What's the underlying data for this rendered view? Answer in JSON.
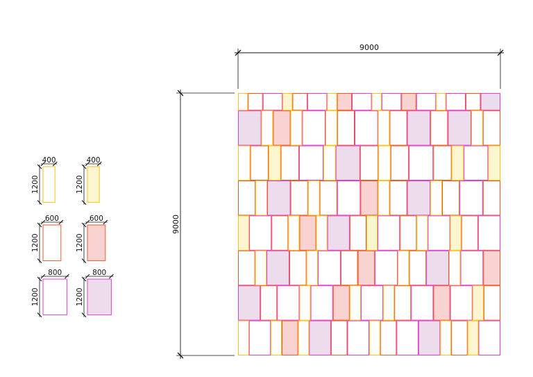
{
  "colors": {
    "yellow": "#f5c518",
    "orange": "#ee5a24",
    "magenta": "#e040c8",
    "fill_yellow": "#fbf6cf",
    "fill_orange": "#f9d2d2",
    "fill_magenta": "#ecdcec",
    "dim_line": "#111111"
  },
  "wall_dimensions": {
    "width_label": "9000",
    "height_label": "9000",
    "width_mm": 9000,
    "height_mm": 9000
  },
  "legend": {
    "panels": [
      {
        "width_label": "400",
        "height_label": "1200",
        "width_mm": 400,
        "height_mm": 1200,
        "color": "yellow",
        "filled": false
      },
      {
        "width_label": "400",
        "height_label": "1200",
        "width_mm": 400,
        "height_mm": 1200,
        "color": "yellow",
        "filled": true
      },
      {
        "width_label": "600",
        "height_label": "1200",
        "width_mm": 600,
        "height_mm": 1200,
        "color": "orange",
        "filled": false
      },
      {
        "width_label": "600",
        "height_label": "1200",
        "width_mm": 600,
        "height_mm": 1200,
        "color": "orange",
        "filled": true
      },
      {
        "width_label": "800",
        "height_label": "1200",
        "width_mm": 800,
        "height_mm": 1200,
        "color": "magenta",
        "filled": false
      },
      {
        "width_label": "800",
        "height_label": "1200",
        "width_mm": 800,
        "height_mm": 1200,
        "color": "magenta",
        "filled": true
      }
    ]
  },
  "wall_rows": [
    {
      "height_mm": 600,
      "panels": [
        [
          "yellow",
          0
        ],
        [
          "orange",
          0
        ],
        [
          "magenta",
          0
        ],
        [
          "yellow",
          1
        ],
        [
          "orange",
          0
        ],
        [
          "magenta",
          0
        ],
        [
          "yellow",
          0
        ],
        [
          "orange",
          1
        ],
        [
          "magenta",
          0
        ],
        [
          "yellow",
          0
        ],
        [
          "magenta",
          0
        ],
        [
          "orange",
          1
        ],
        [
          "magenta",
          0
        ],
        [
          "yellow",
          0
        ],
        [
          "magenta",
          0
        ],
        [
          "orange",
          0
        ],
        [
          "magenta",
          1
        ]
      ]
    },
    {
      "height_mm": 1200,
      "panels": [
        [
          "magenta",
          1
        ],
        [
          "yellow",
          0
        ],
        [
          "orange",
          1
        ],
        [
          "yellow",
          0
        ],
        [
          "magenta",
          0
        ],
        [
          "yellow",
          0
        ],
        [
          "orange",
          0
        ],
        [
          "magenta",
          0
        ],
        [
          "yellow",
          0
        ],
        [
          "orange",
          0
        ],
        [
          "magenta",
          1
        ],
        [
          "orange",
          0
        ],
        [
          "magenta",
          1
        ],
        [
          "yellow",
          0
        ],
        [
          "orange",
          0
        ]
      ]
    },
    {
      "height_mm": 1200,
      "panels": [
        [
          "yellow",
          0
        ],
        [
          "orange",
          0
        ],
        [
          "yellow",
          1
        ],
        [
          "orange",
          0
        ],
        [
          "magenta",
          0
        ],
        [
          "yellow",
          0
        ],
        [
          "magenta",
          1
        ],
        [
          "orange",
          0
        ],
        [
          "yellow",
          0
        ],
        [
          "orange",
          0
        ],
        [
          "magenta",
          0
        ],
        [
          "orange",
          0
        ],
        [
          "yellow",
          1
        ],
        [
          "magenta",
          0
        ],
        [
          "yellow",
          1
        ]
      ]
    },
    {
      "height_mm": 1200,
      "panels": [
        [
          "orange",
          0
        ],
        [
          "yellow",
          0
        ],
        [
          "magenta",
          1
        ],
        [
          "orange",
          0
        ],
        [
          "yellow",
          0
        ],
        [
          "orange",
          0
        ],
        [
          "magenta",
          0
        ],
        [
          "orange",
          1
        ],
        [
          "yellow",
          0
        ],
        [
          "orange",
          0
        ],
        [
          "magenta",
          1
        ],
        [
          "yellow",
          0
        ],
        [
          "orange",
          0
        ],
        [
          "magenta",
          0
        ],
        [
          "orange",
          0
        ]
      ]
    },
    {
      "height_mm": 1200,
      "panels": [
        [
          "yellow",
          1
        ],
        [
          "magenta",
          0
        ],
        [
          "orange",
          0
        ],
        [
          "yellow",
          0
        ],
        [
          "orange",
          1
        ],
        [
          "yellow",
          0
        ],
        [
          "magenta",
          1
        ],
        [
          "orange",
          0
        ],
        [
          "yellow",
          1
        ],
        [
          "magenta",
          0
        ],
        [
          "orange",
          0
        ],
        [
          "yellow",
          0
        ],
        [
          "magenta",
          0
        ],
        [
          "yellow",
          1
        ],
        [
          "orange",
          0
        ],
        [
          "magenta",
          0
        ]
      ]
    },
    {
      "height_mm": 1200,
      "panels": [
        [
          "orange",
          0
        ],
        [
          "yellow",
          0
        ],
        [
          "magenta",
          1
        ],
        [
          "orange",
          0
        ],
        [
          "yellow",
          0
        ],
        [
          "magenta",
          0
        ],
        [
          "orange",
          0
        ],
        [
          "orange",
          1
        ],
        [
          "magenta",
          0
        ],
        [
          "yellow",
          0
        ],
        [
          "orange",
          0
        ],
        [
          "magenta",
          1
        ],
        [
          "yellow",
          0
        ],
        [
          "magenta",
          0
        ],
        [
          "orange",
          1
        ]
      ]
    },
    {
      "height_mm": 1200,
      "panels": [
        [
          "magenta",
          1
        ],
        [
          "orange",
          0
        ],
        [
          "magenta",
          0
        ],
        [
          "yellow",
          0
        ],
        [
          "magenta",
          0
        ],
        [
          "orange",
          1
        ],
        [
          "yellow",
          0
        ],
        [
          "magenta",
          0
        ],
        [
          "yellow",
          0
        ],
        [
          "orange",
          0
        ],
        [
          "magenta",
          0
        ],
        [
          "orange",
          1
        ],
        [
          "magenta",
          0
        ],
        [
          "yellow",
          1
        ],
        [
          "orange",
          0
        ]
      ]
    },
    {
      "height_mm": 1200,
      "panels": [
        [
          "yellow",
          0
        ],
        [
          "magenta",
          0
        ],
        [
          "yellow",
          0
        ],
        [
          "orange",
          1
        ],
        [
          "yellow",
          0
        ],
        [
          "magenta",
          1
        ],
        [
          "orange",
          0
        ],
        [
          "magenta",
          0
        ],
        [
          "yellow",
          0
        ],
        [
          "orange",
          0
        ],
        [
          "magenta",
          0
        ],
        [
          "magenta",
          1
        ],
        [
          "yellow",
          0
        ],
        [
          "orange",
          0
        ],
        [
          "yellow",
          1
        ],
        [
          "magenta",
          0
        ]
      ]
    }
  ]
}
